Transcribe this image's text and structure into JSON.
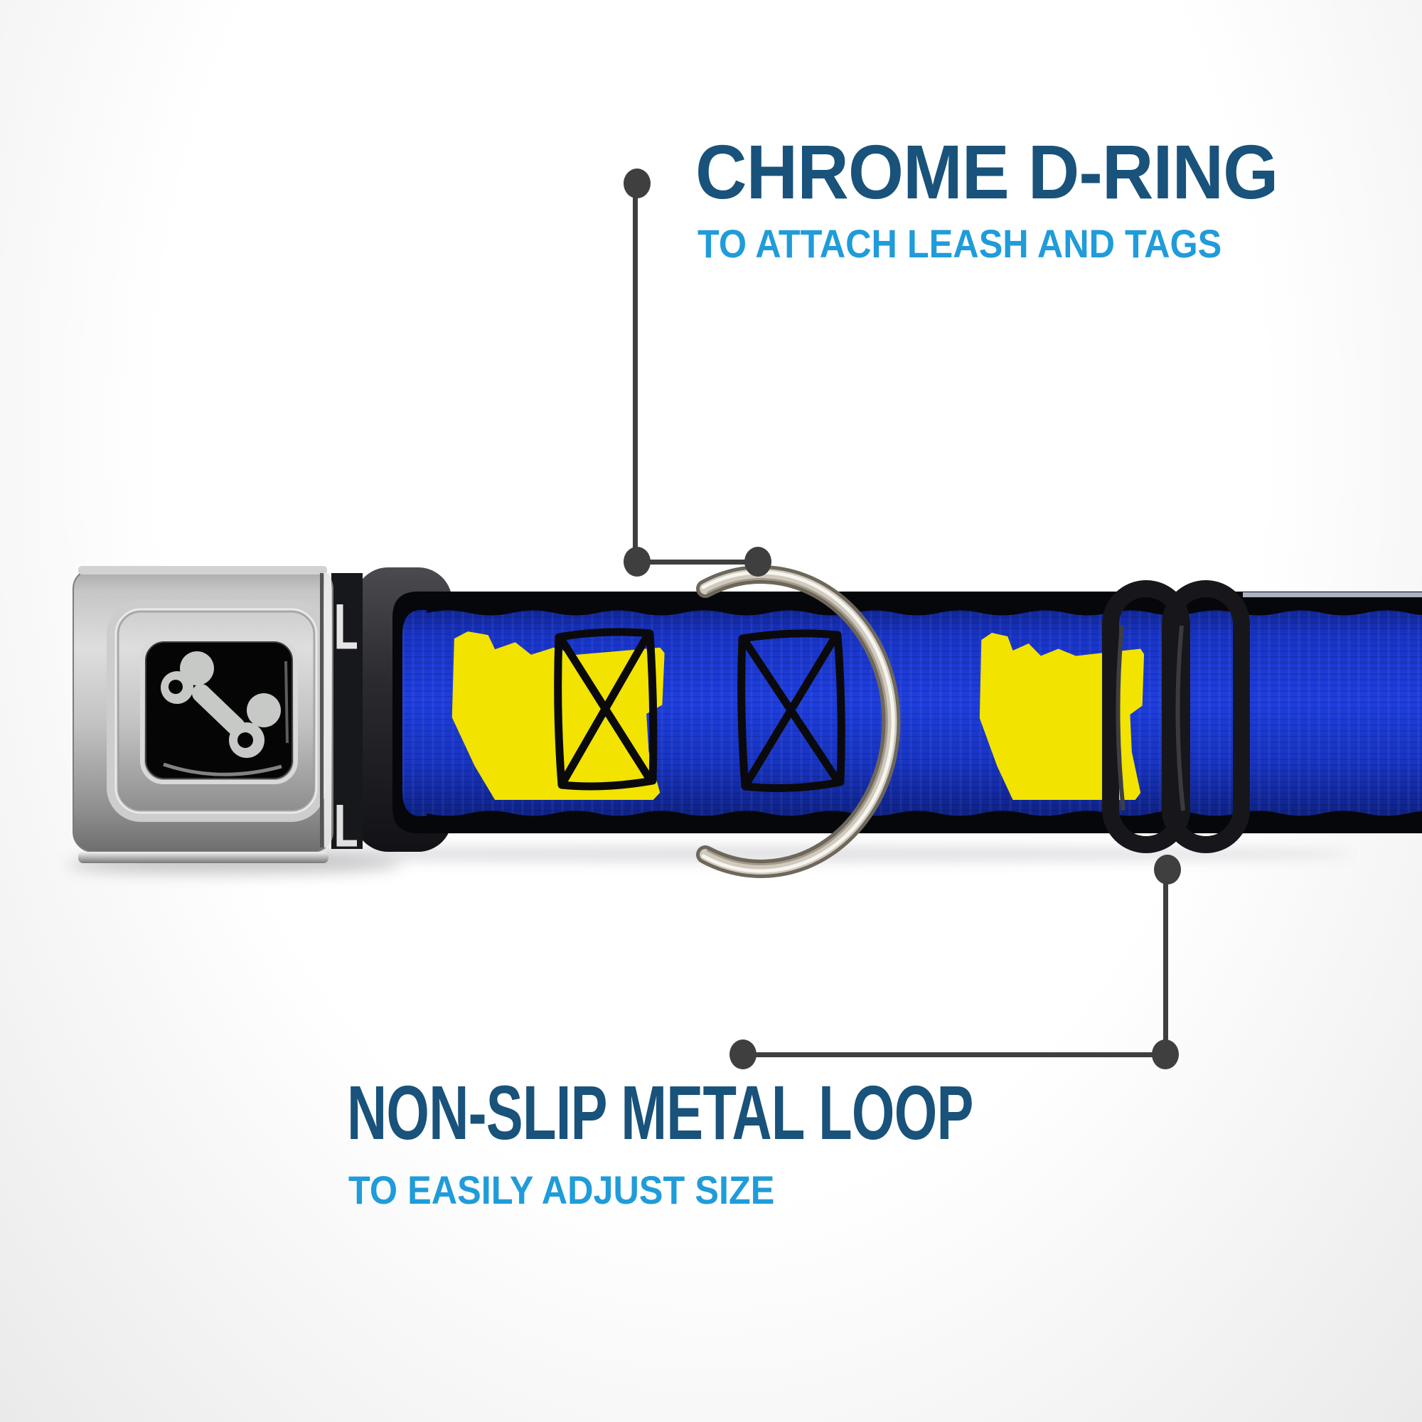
{
  "annotations": {
    "d_ring": {
      "title": "CHROME D-RING",
      "subtitle": "TO ATTACH LEASH AND TAGS"
    },
    "metal_loop": {
      "title": "NON-SLIP METAL LOOP",
      "subtitle": "TO EASILY ADJUST SIZE"
    }
  },
  "colors": {
    "title_navy": "#19527a",
    "subtitle_blue": "#1f9cd9",
    "callout_gray": "#3f3f3f",
    "webbing_blue": "#1b38d4",
    "pattern_yellow": "#f2e300",
    "slider_black": "#17171b",
    "bone_gray": "#c7c9c6"
  }
}
